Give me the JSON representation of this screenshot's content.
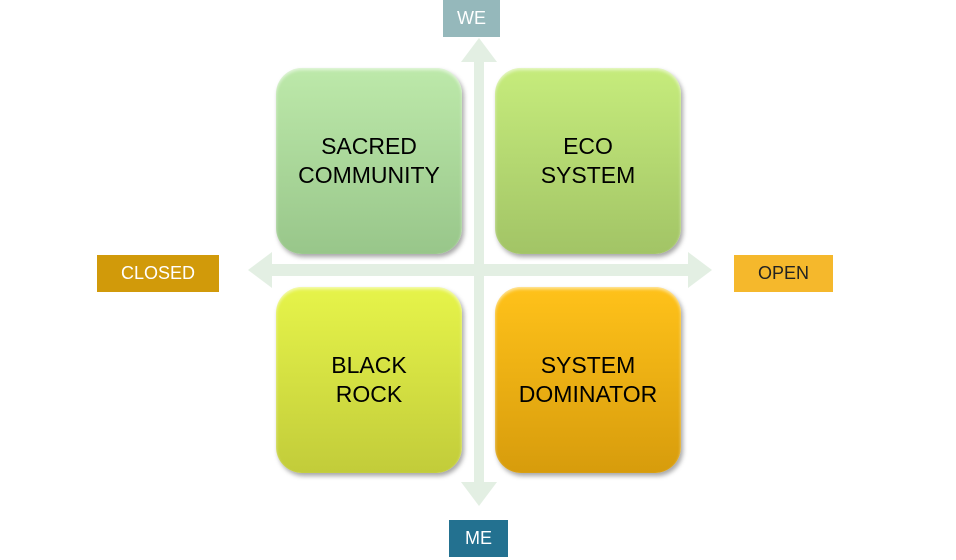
{
  "axes": {
    "top": "WE",
    "bottom": "ME",
    "left": "CLOSED",
    "right": "OPEN"
  },
  "quadrants": {
    "top_left": "SACRED\nCOMMUNITY",
    "top_right": "ECO\nSYSTEM",
    "bottom_left": "BLACK\nROCK",
    "bottom_right": "SYSTEM\nDOMINATOR"
  },
  "colors": {
    "arrow": "#e3efe3",
    "we": "#95b8bb",
    "me": "#237190",
    "closed": "#d19a0a",
    "open": "#f5b82c"
  }
}
